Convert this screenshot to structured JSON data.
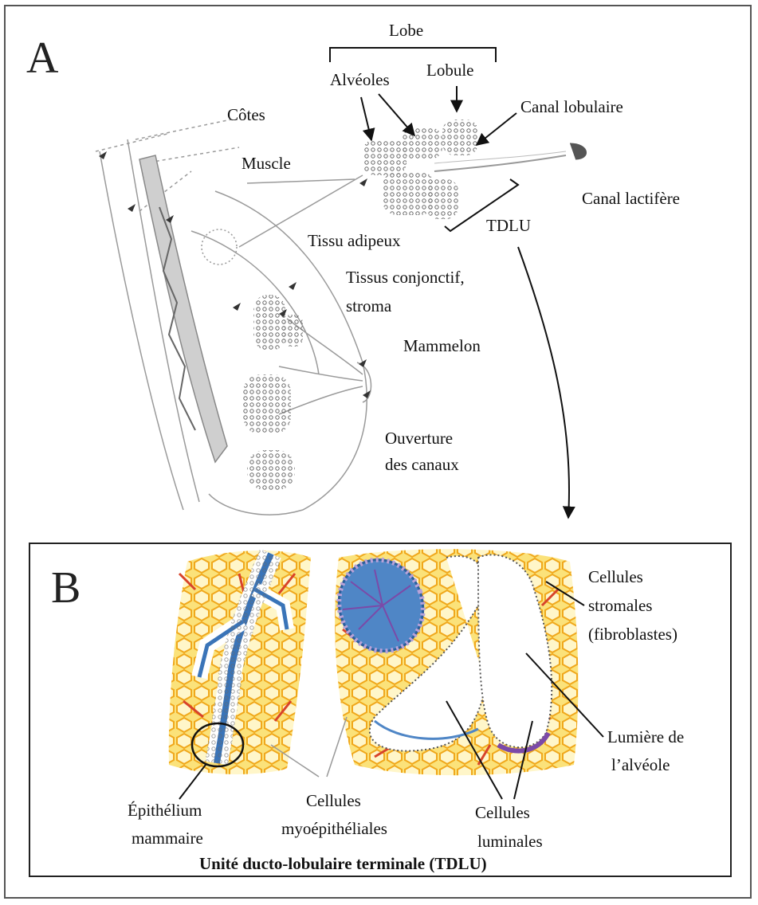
{
  "panel_a": {
    "letter": "A",
    "labels": {
      "lobe": "Lobe",
      "alveoles": "Alvéoles",
      "lobule": "Lobule",
      "canal_lobulaire": "Canal lobulaire",
      "cotes": "Côtes",
      "muscle": "Muscle",
      "canal_lactifere": "Canal lactifère",
      "tissu_adipeux": "Tissu adipeux",
      "tdlu": "TDLU",
      "tissus_conjonctif_1": "Tissus conjonctif,",
      "tissus_conjonctif_2": "stroma",
      "mammelon": "Mammelon",
      "ouverture_1": "Ouverture",
      "ouverture_2": "des canaux"
    }
  },
  "panel_b": {
    "letter": "B",
    "labels": {
      "cellules_stromales_1": "Cellules",
      "cellules_stromales_2": "stromales",
      "cellules_stromales_3": "(fibroblastes)",
      "lumiere_1": "Lumière de",
      "lumiere_2": "l’alvéole",
      "epithelium_1": "Épithélium",
      "epithelium_2": "mammaire",
      "myo_1": "Cellules",
      "myo_2": "myoépithéliales",
      "luminales_1": "Cellules",
      "luminales_2": "luminales"
    },
    "caption": "Unité ducto-lobulaire terminale (TDLU)"
  },
  "colors": {
    "adipose_yellow": "#f6c23a",
    "stroma_red": "#d8432a",
    "duct_blue": "#3a74b8",
    "myoepithelial_purple": "#7b4aa8",
    "sketch_gray": "#9a9a9a"
  }
}
